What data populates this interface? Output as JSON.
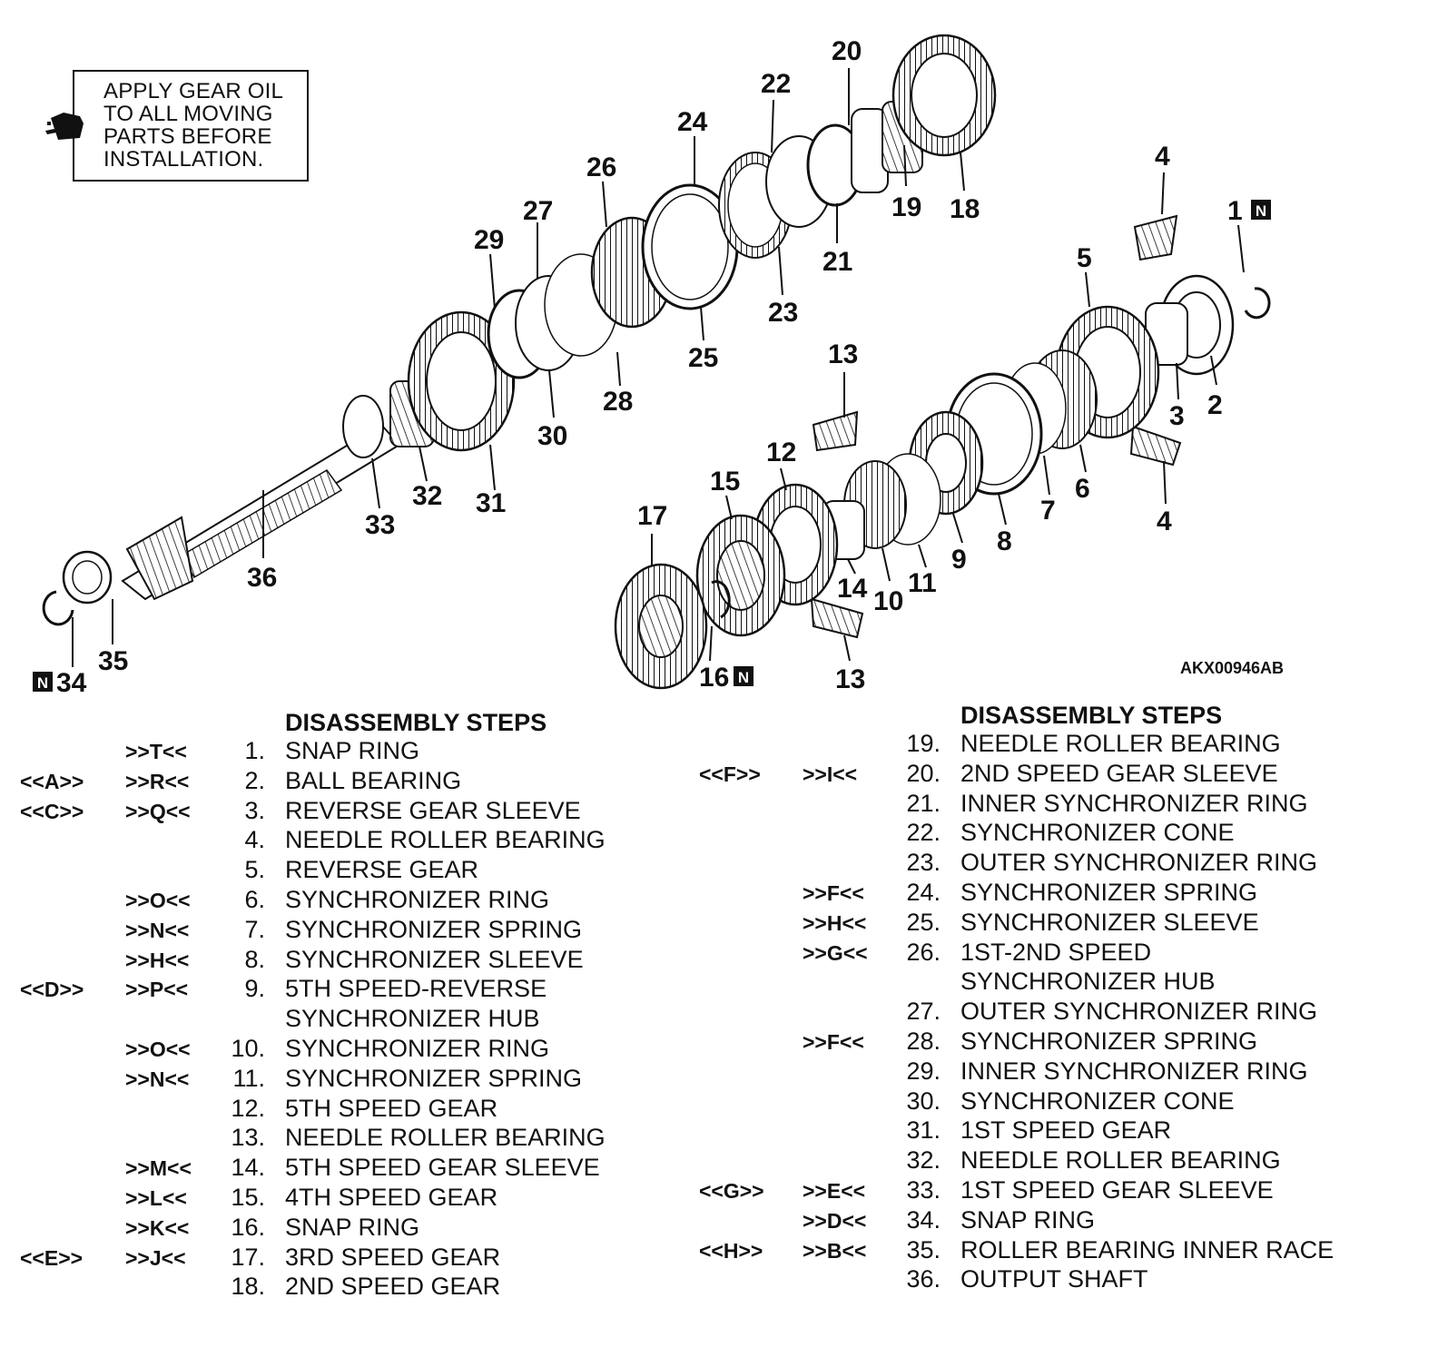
{
  "note": {
    "lines": [
      "APPLY GEAR OIL",
      "TO ALL MOVING",
      "PARTS BEFORE",
      "INSTALLATION."
    ],
    "icon": "oil-can-icon"
  },
  "figure_code": "AKX00946AB",
  "callouts": [
    "1",
    "2",
    "3",
    "4",
    "4",
    "5",
    "6",
    "7",
    "8",
    "9",
    "10",
    "11",
    "12",
    "13",
    "13",
    "14",
    "15",
    "16",
    "17",
    "18",
    "19",
    "20",
    "21",
    "22",
    "23",
    "24",
    "25",
    "26",
    "27",
    "28",
    "29",
    "30",
    "31",
    "32",
    "33",
    "34",
    "35",
    "36"
  ],
  "new_part_marker": "N",
  "left_steps": {
    "heading": "DISASSEMBLY STEPS",
    "rows": [
      {
        "ref1": "",
        "ref2": ">>T<<",
        "num": "1.",
        "name": "SNAP RING"
      },
      {
        "ref1": "<<A>>",
        "ref2": ">>R<<",
        "num": "2.",
        "name": "BALL BEARING"
      },
      {
        "ref1": "<<C>>",
        "ref2": ">>Q<<",
        "num": "3.",
        "name": "REVERSE GEAR SLEEVE"
      },
      {
        "ref1": "",
        "ref2": "",
        "num": "4.",
        "name": "NEEDLE ROLLER BEARING"
      },
      {
        "ref1": "",
        "ref2": "",
        "num": "5.",
        "name": "REVERSE GEAR"
      },
      {
        "ref1": "",
        "ref2": ">>O<<",
        "num": "6.",
        "name": "SYNCHRONIZER RING"
      },
      {
        "ref1": "",
        "ref2": ">>N<<",
        "num": "7.",
        "name": "SYNCHRONIZER SPRING"
      },
      {
        "ref1": "",
        "ref2": ">>H<<",
        "num": "8.",
        "name": "SYNCHRONIZER SLEEVE"
      },
      {
        "ref1": "<<D>>",
        "ref2": ">>P<<",
        "num": "9.",
        "name": "5TH SPEED-REVERSE"
      },
      {
        "ref1": "",
        "ref2": "",
        "num": "",
        "name": "SYNCHRONIZER HUB"
      },
      {
        "ref1": "",
        "ref2": ">>O<<",
        "num": "10.",
        "name": "SYNCHRONIZER RING"
      },
      {
        "ref1": "",
        "ref2": ">>N<<",
        "num": "11.",
        "name": "SYNCHRONIZER SPRING"
      },
      {
        "ref1": "",
        "ref2": "",
        "num": "12.",
        "name": "5TH SPEED GEAR"
      },
      {
        "ref1": "",
        "ref2": "",
        "num": "13.",
        "name": "NEEDLE ROLLER BEARING"
      },
      {
        "ref1": "",
        "ref2": ">>M<<",
        "num": "14.",
        "name": "5TH SPEED GEAR SLEEVE"
      },
      {
        "ref1": "",
        "ref2": ">>L<<",
        "num": "15.",
        "name": "4TH SPEED GEAR"
      },
      {
        "ref1": "",
        "ref2": ">>K<<",
        "num": "16.",
        "name": "SNAP RING"
      },
      {
        "ref1": "<<E>>",
        "ref2": ">>J<<",
        "num": "17.",
        "name": "3RD SPEED GEAR"
      },
      {
        "ref1": "",
        "ref2": "",
        "num": "18.",
        "name": "2ND SPEED GEAR"
      }
    ]
  },
  "right_steps": {
    "heading": "DISASSEMBLY STEPS",
    "rows": [
      {
        "ref1": "",
        "ref2": "",
        "num": "19.",
        "name": "NEEDLE ROLLER BEARING"
      },
      {
        "ref1": "<<F>>",
        "ref2": ">>I<<",
        "num": "20.",
        "name": "2ND SPEED GEAR SLEEVE"
      },
      {
        "ref1": "",
        "ref2": "",
        "num": "21.",
        "name": "INNER SYNCHRONIZER RING"
      },
      {
        "ref1": "",
        "ref2": "",
        "num": "22.",
        "name": "SYNCHRONIZER CONE"
      },
      {
        "ref1": "",
        "ref2": "",
        "num": "23.",
        "name": "OUTER SYNCHRONIZER RING"
      },
      {
        "ref1": "",
        "ref2": ">>F<<",
        "num": "24.",
        "name": "SYNCHRONIZER SPRING"
      },
      {
        "ref1": "",
        "ref2": ">>H<<",
        "num": "25.",
        "name": "SYNCHRONIZER SLEEVE"
      },
      {
        "ref1": "",
        "ref2": ">>G<<",
        "num": "26.",
        "name": "1ST-2ND SPEED"
      },
      {
        "ref1": "",
        "ref2": "",
        "num": "",
        "name": "SYNCHRONIZER HUB"
      },
      {
        "ref1": "",
        "ref2": "",
        "num": "27.",
        "name": "OUTER SYNCHRONIZER RING"
      },
      {
        "ref1": "",
        "ref2": ">>F<<",
        "num": "28.",
        "name": "SYNCHRONIZER SPRING"
      },
      {
        "ref1": "",
        "ref2": "",
        "num": "29.",
        "name": "INNER SYNCHRONIZER RING"
      },
      {
        "ref1": "",
        "ref2": "",
        "num": "30.",
        "name": "SYNCHRONIZER CONE"
      },
      {
        "ref1": "",
        "ref2": "",
        "num": "31.",
        "name": "1ST SPEED GEAR"
      },
      {
        "ref1": "",
        "ref2": "",
        "num": "32.",
        "name": "NEEDLE ROLLER BEARING"
      },
      {
        "ref1": "<<G>>",
        "ref2": ">>E<<",
        "num": "33.",
        "name": "1ST SPEED GEAR SLEEVE"
      },
      {
        "ref1": "",
        "ref2": ">>D<<",
        "num": "34.",
        "name": "SNAP RING"
      },
      {
        "ref1": "<<H>>",
        "ref2": ">>B<<",
        "num": "35.",
        "name": "ROLLER BEARING INNER RACE"
      },
      {
        "ref1": "",
        "ref2": "",
        "num": "36.",
        "name": "OUTPUT SHAFT"
      }
    ]
  }
}
